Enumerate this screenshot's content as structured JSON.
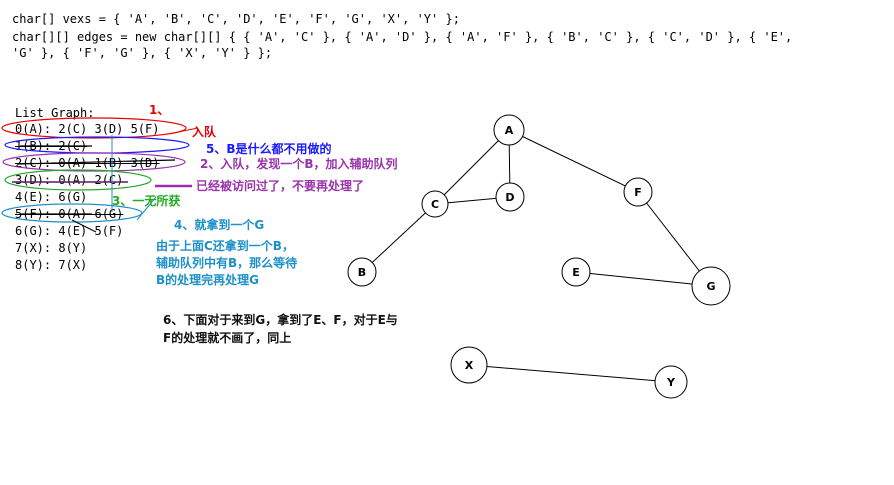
{
  "code": {
    "line1": "char[] vexs = { 'A', 'B', 'C', 'D', 'E', 'F', 'G', 'X', 'Y' };",
    "line2": "char[][] edges = new char[][] { { 'A', 'C' }, { 'A', 'D' }, { 'A', 'F' }, { 'B', 'C' }, { 'C', 'D' }, { 'E',",
    "line3": "'G' }, { 'F', 'G' }, { 'X', 'Y' } };"
  },
  "list": {
    "title": "List Graph:",
    "rows": [
      "0(A): 2(C) 3(D) 5(F)",
      "1(B): 2(C)",
      "2(C): 0(A) 1(B) 3(D)",
      "3(D): 0(A) 2(C)",
      "4(E): 6(G)",
      "5(F): 0(A) 6(G)",
      "6(G): 4(E) 5(F)",
      "7(X): 8(Y)",
      "8(Y): 7(X)"
    ]
  },
  "annotations": {
    "step1_num": "1、",
    "step1_text": "入队",
    "step5": "5、B是什么都不用做的",
    "step2": "2、入队，发现一个B，加入辅助队列",
    "visited": "已经被访问过了，不要再处理了",
    "step3": "3、一无所获",
    "step4_title": "4、就拿到一个G",
    "step4_line1": "由于上面C还拿到一个B，",
    "step4_line2": "辅助队列中有B，那么等待",
    "step4_line3": "B的处理完再处理G",
    "step6_line1": "6、下面对于来到G，拿到了E、F，对于E与",
    "step6_line2": "F的处理就不画了，同上"
  },
  "graph": {
    "nodes": [
      "A",
      "B",
      "C",
      "D",
      "E",
      "F",
      "G",
      "X",
      "Y"
    ]
  },
  "colors": {
    "red": "#e60000",
    "blue": "#1a1aff",
    "purple": "#9933aa",
    "green": "#22aa22",
    "cyan": "#1e90c8"
  }
}
